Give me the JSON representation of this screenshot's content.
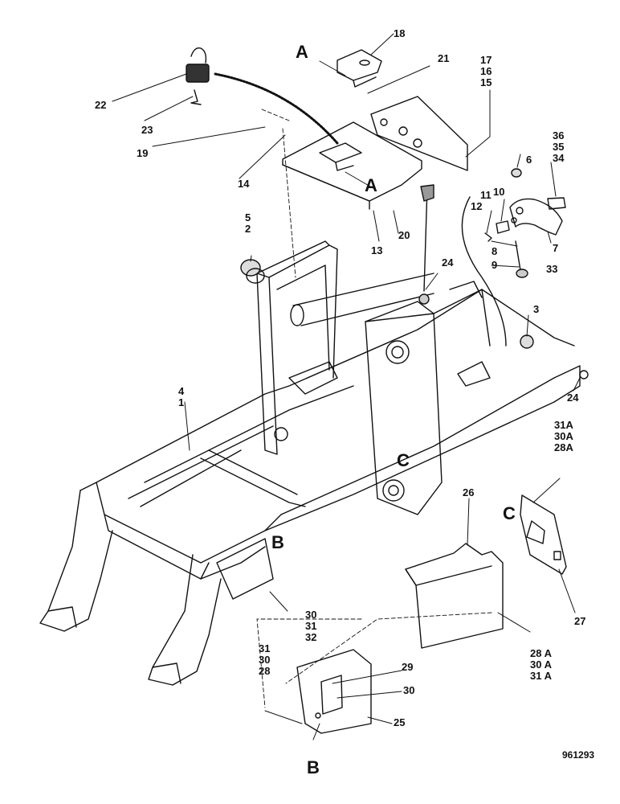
{
  "diagram": {
    "reference": "961293",
    "views": {
      "a_top": "A",
      "a_side": "A",
      "b_frame": "B",
      "b_bottom": "B",
      "c_frame": "C",
      "c_plate": "C"
    },
    "labels": {
      "p1": "1",
      "p2": "2",
      "p3": "3",
      "p4": "4",
      "p5": "5",
      "p6": "6",
      "p7": "7",
      "p8": "8",
      "p9": "9",
      "p10": "10",
      "p11": "11",
      "p12": "12",
      "p13": "13",
      "p14": "14",
      "p15": "15",
      "p16": "16",
      "p17": "17",
      "p18": "18",
      "p19": "19",
      "p20": "20",
      "p21": "21",
      "p22": "22",
      "p23": "23",
      "p24a": "24",
      "p24b": "24",
      "p25": "25",
      "p26": "26",
      "p27": "27",
      "p28": "28",
      "p29": "29",
      "p30a": "30",
      "p30b": "30",
      "p30c": "30",
      "p31a": "31",
      "p31b": "31",
      "p32": "32",
      "p33": "33",
      "p34": "34",
      "p35": "35",
      "p36": "36",
      "p28A_top": "28A",
      "p30A_top": "30A",
      "p31A_top": "31A",
      "p28A_bot": "28 A",
      "p30A_bot": "30 A",
      "p31A_bot": "31 A"
    }
  }
}
